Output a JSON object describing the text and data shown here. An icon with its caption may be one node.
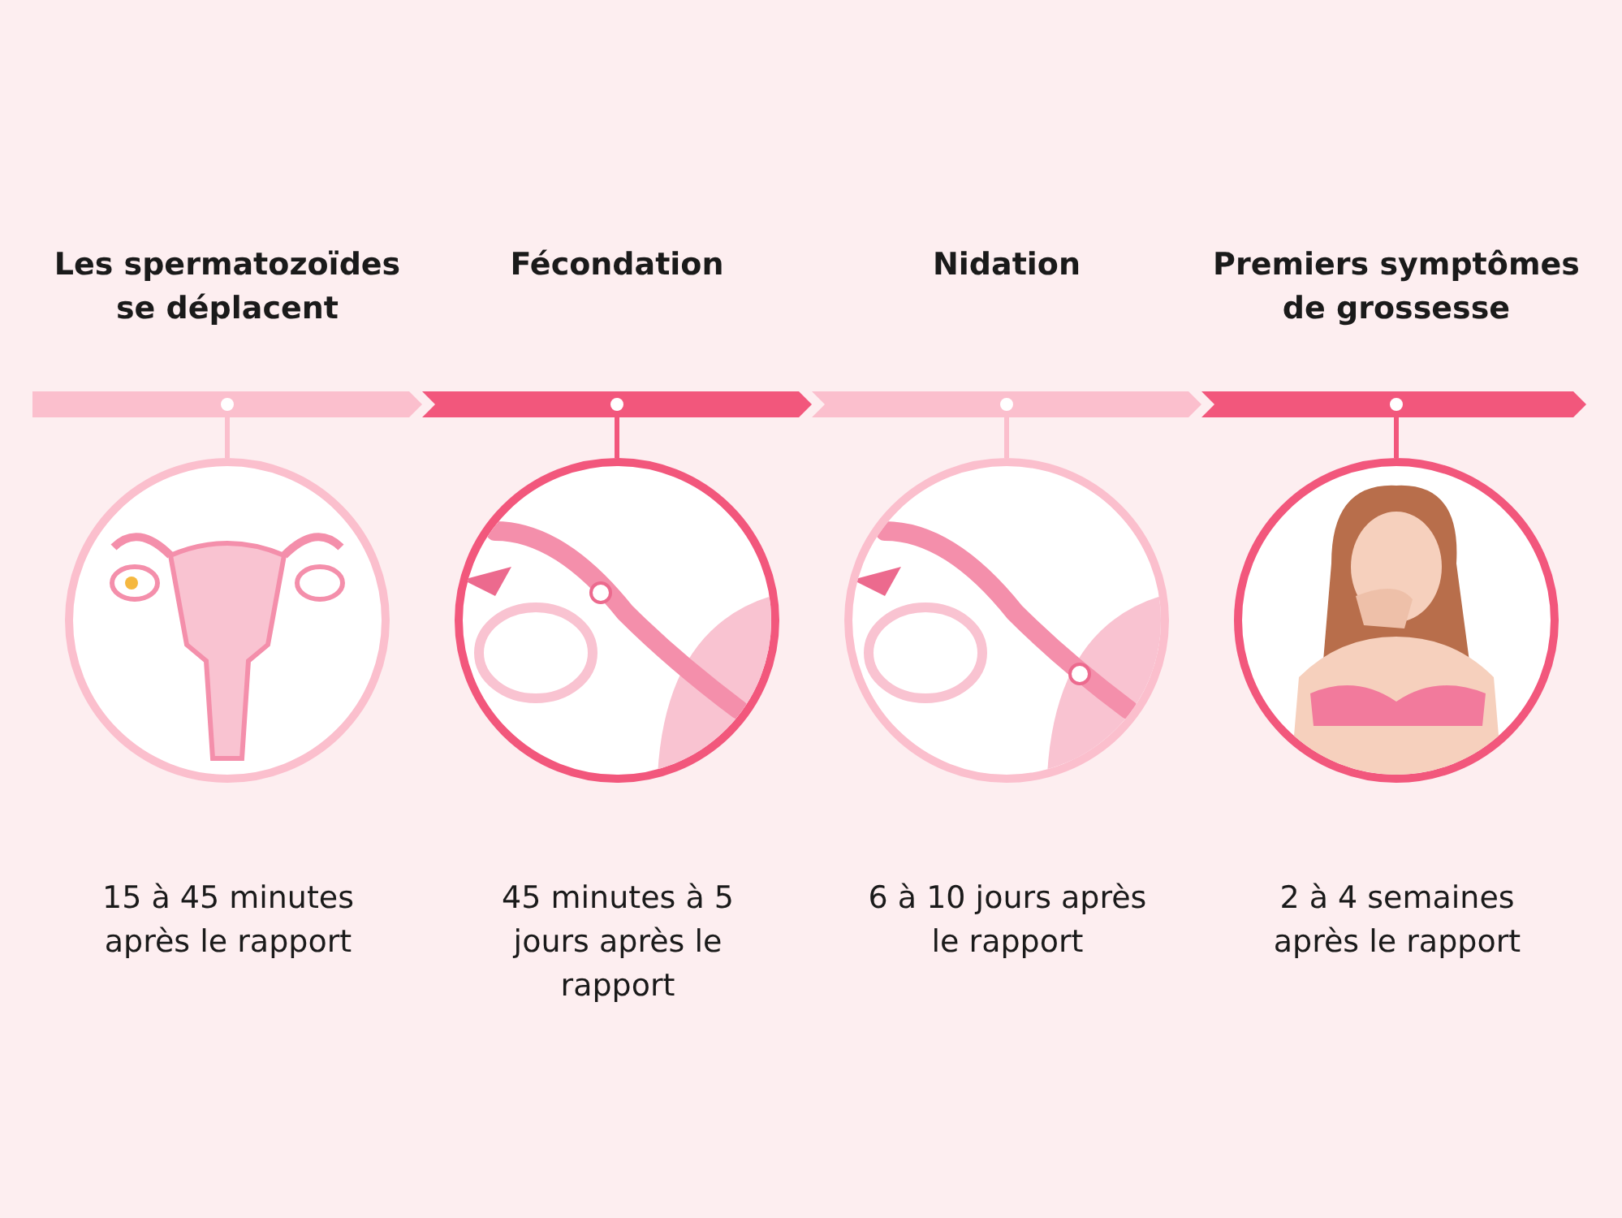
{
  "diagram": {
    "nodes": [
      {
        "text": [],
        "shape": "picture",
        "beside": [
          "15 à 45 minutes après le rapport"
        ]
      },
      {
        "text": [],
        "shape": "picture",
        "beside": [
          "45 minutes à 5 jours après le rapport"
        ]
      },
      {
        "text": [],
        "shape": "picture",
        "beside": [
          "6 à 10 jours après le rapport"
        ]
      },
      {
        "text": [],
        "shape": "picture",
        "beside": [
          "2 à 4 semaines après le rapport"
        ]
      }
    ],
    "edges": [],
    "labels": [
      "Les spermatozoïdes se déplacent",
      "Fécondation",
      "Nidation",
      "Premiers symptômes de grossesse"
    ]
  }
}
